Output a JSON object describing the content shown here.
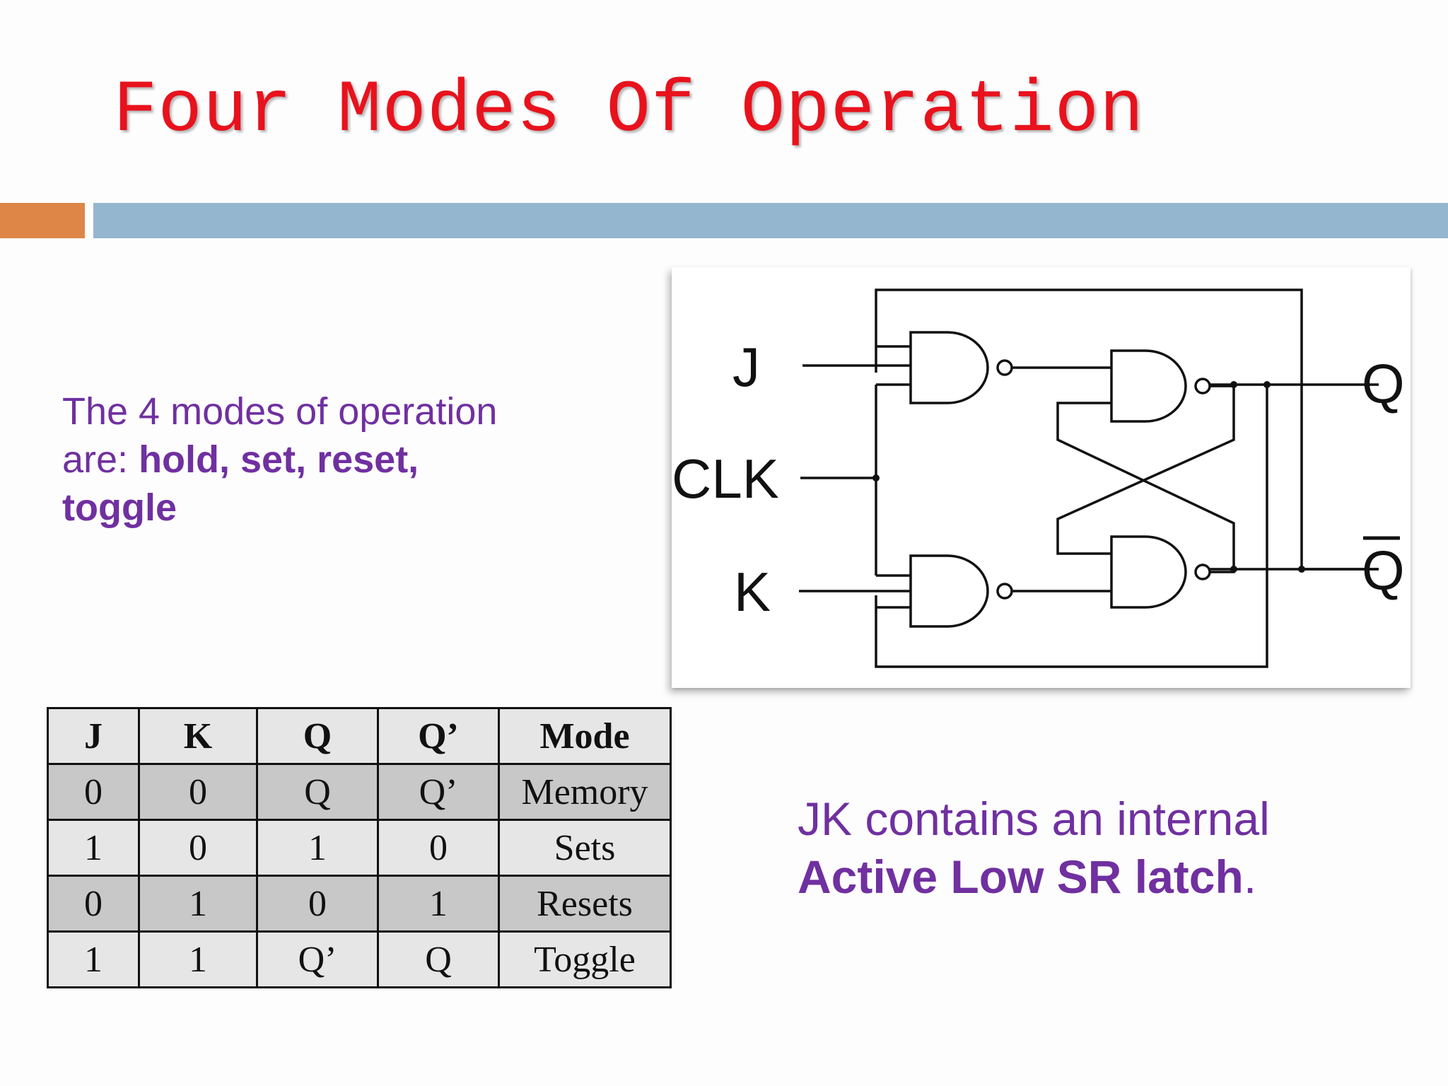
{
  "title": "Four Modes Of Operation",
  "intro": {
    "line1": "The 4 modes of operation",
    "prefix": "are: ",
    "modes_a": "hold, set, reset,",
    "modes_b": "toggle"
  },
  "diagram": {
    "label_j": "J",
    "label_clk": "CLK",
    "label_k": "K",
    "label_q": "Q",
    "label_qbar": "Q"
  },
  "table": {
    "headers": [
      "J",
      "K",
      "Q",
      "Q’",
      "Mode"
    ],
    "rows": [
      [
        "0",
        "0",
        "Q",
        "Q’",
        "Memory"
      ],
      [
        "1",
        "0",
        "1",
        "0",
        "Sets"
      ],
      [
        "0",
        "1",
        "0",
        "1",
        "Resets"
      ],
      [
        "1",
        "1",
        "Q’",
        "Q",
        "Toggle"
      ]
    ]
  },
  "note": {
    "line1": "JK contains an internal",
    "bold": "Active Low SR latch",
    "end": "."
  },
  "colors": {
    "title": "#e8121c",
    "accent_orange": "#dd8648",
    "accent_blue": "#94b6cf",
    "text_purple": "#7030a0"
  }
}
